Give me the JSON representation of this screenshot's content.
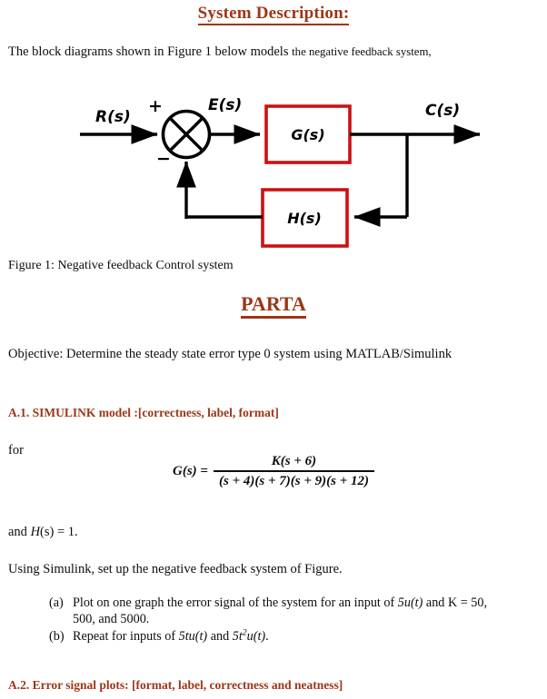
{
  "document": {
    "title": "System Description:",
    "intro_main": "The block diagrams shown in Figure 1 below models",
    "intro_tail": "the negative feedback system,",
    "figure_caption": "Figure 1:  Negative feedback Control system",
    "part_title": "PARTA",
    "objective": "Objective: Determine the steady state error type 0 system using MATLAB/Simulink",
    "for_label": "for",
    "h_prefix": "and ",
    "h_var": "H",
    "h_rest": "(s) = 1.",
    "simulink_line": "Using Simulink, set up the negative feedback system of Figure."
  },
  "headings": {
    "a1": "A.1. SIMULINK model :[correctness, label, format]",
    "a2": "A.2. Error signal plots: [format, label, correctness and neatness]"
  },
  "formula": {
    "lhs": "G(s) =",
    "numerator": "K(s + 6)",
    "denominator": "(s + 4)(s + 7)(s + 9)(s + 12)"
  },
  "questions": [
    {
      "marker": "(a)",
      "line1_a": "Plot on one graph the error signal of the system for an input of ",
      "line1_b": "5u(t)",
      "line1_c": " and K = 50,",
      "line2": "500, and 5000."
    },
    {
      "marker": "(b)",
      "text_a": "Repeat for inputs of  ",
      "text_b": "5tu(t)",
      "text_c": " and ",
      "text_d": "5t",
      "text_sup": "2",
      "text_e": "u(t)",
      "text_f": "."
    }
  ],
  "diagram": {
    "input_label": "R(s)",
    "error_label": "E(s)",
    "output_label": "C(s)",
    "plus_sign": "+",
    "minus_sign": "−",
    "forward_block_label": "G(s)",
    "feedback_block_label": "H(s)",
    "block_border_color": "#cc1111",
    "line_color": "#000000"
  },
  "colors": {
    "heading_red": "#9c3617",
    "block_red": "#cc1111",
    "text_black": "#0d0d0d",
    "background": "#ffffff"
  }
}
